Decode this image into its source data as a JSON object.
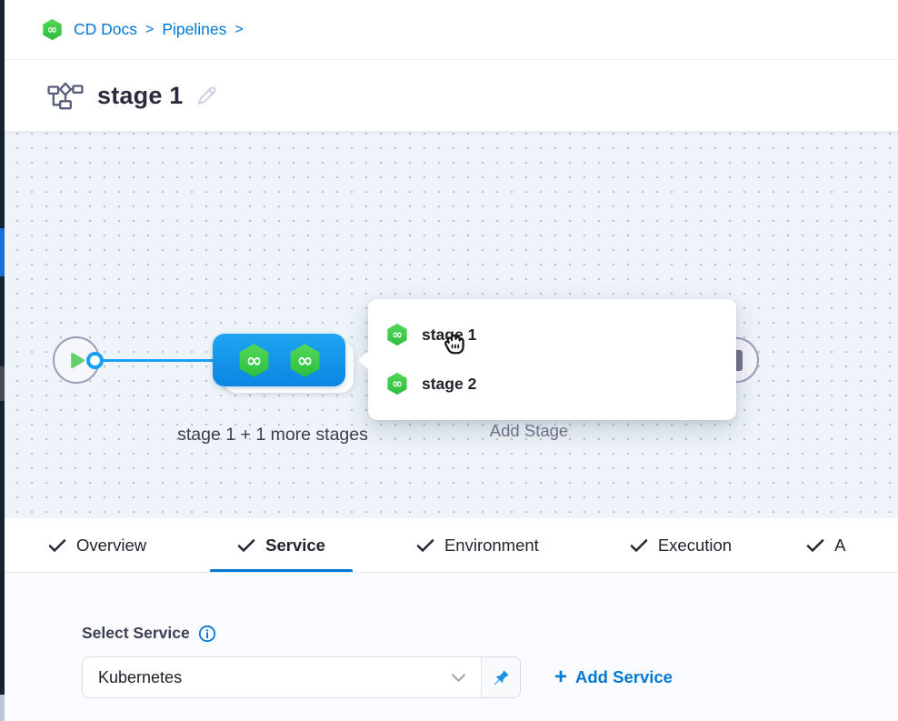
{
  "breadcrumb": {
    "items": [
      {
        "label": "CD Docs"
      },
      {
        "label": "Pipelines"
      }
    ],
    "separator": ">"
  },
  "header": {
    "title": "stage 1"
  },
  "canvas": {
    "group_label": "stage 1 + 1 more stages",
    "add_stage_label": "Add Stage",
    "popup": {
      "items": [
        {
          "label": "stage 1"
        },
        {
          "label": "stage 2"
        }
      ]
    }
  },
  "tabs": {
    "items": [
      {
        "label": "Overview",
        "active": false
      },
      {
        "label": "Service",
        "active": true
      },
      {
        "label": "Environment",
        "active": false
      },
      {
        "label": "Execution",
        "active": false
      },
      {
        "label": "A",
        "active": false,
        "partial": true
      }
    ]
  },
  "service_panel": {
    "select_label": "Select Service",
    "service_value": "Kubernetes",
    "plus": "+",
    "add_service_label": "Add Service"
  },
  "colors": {
    "accent_blue": "#0278d5",
    "edge_blue": "#18a0f6",
    "stage_box_blue": "#0b85e2",
    "harness_green": "#37c544",
    "canvas_bg": "#eef4f9",
    "sidebar_dark": "#15222f"
  },
  "icons": {
    "breadcrumb_logo": "harness-cd-hexagon-infinity",
    "title": "pipeline-flowchart",
    "edit": "pencil",
    "start": "play",
    "end": "stop",
    "cursor": "grab-hand",
    "info": "info-circle",
    "pin": "pushpin",
    "chevron": "chevron-down",
    "tab_check": "checkmark"
  }
}
